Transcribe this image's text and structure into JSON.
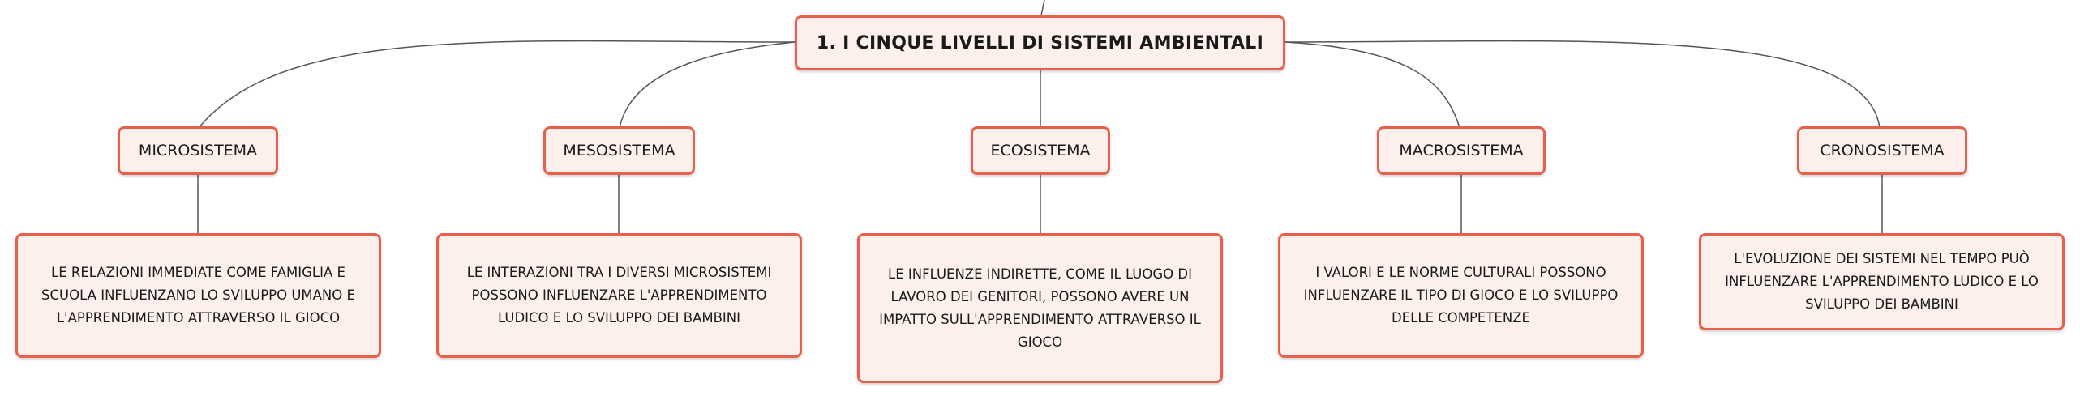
{
  "root": {
    "title": "1. I CINQUE LIVELLI DI SISTEMI AMBIENTALI"
  },
  "levels": [
    {
      "name": "MICROSISTEMA",
      "description": "LE RELAZIONI IMMEDIATE COME FAMIGLIA E SCUOLA INFLUENZANO LO SVILUPPO UMANO E L'APPRENDIMENTO ATTRAVERSO IL GIOCO"
    },
    {
      "name": "MESOSISTEMA",
      "description": "LE INTERAZIONI TRA I DIVERSI MICROSISTEMI POSSONO INFLUENZARE L'APPRENDIMENTO LUDICO E LO SVILUPPO DEI BAMBINI"
    },
    {
      "name": "ECOSISTEMA",
      "description": "LE INFLUENZE INDIRETTE, COME IL LUOGO DI LAVORO DEI GENITORI, POSSONO AVERE UN IMPATTO SULL'APPRENDIMENTO ATTRAVERSO IL GIOCO"
    },
    {
      "name": "MACROSISTEMA",
      "description": "I VALORI E LE NORME CULTURALI POSSONO INFLUENZARE IL TIPO DI GIOCO E LO SVILUPPO DELLE COMPETENZE"
    },
    {
      "name": "CRONOSISTEMA",
      "description": "L'EVOLUZIONE DEI SISTEMI NEL TEMPO PUÒ INFLUENZARE L'APPRENDIMENTO LUDICO E LO SVILUPPO DEI BAMBINI"
    }
  ],
  "colors": {
    "node_border": "#e8604c",
    "node_fill": "#fdf0ec",
    "connector": "#555555"
  }
}
